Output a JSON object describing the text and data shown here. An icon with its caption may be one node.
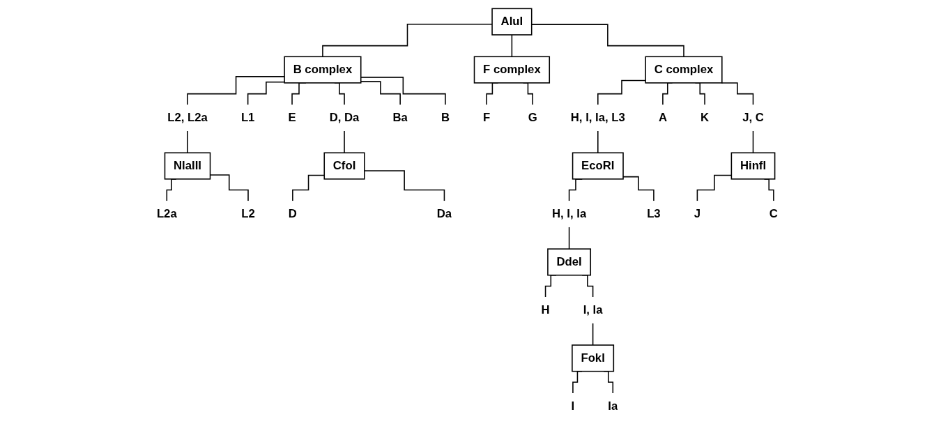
{
  "diagram": {
    "nodes": [
      {
        "text": [
          "AluI"
        ]
      },
      {
        "text": [
          "B complex"
        ]
      },
      {
        "text": [
          "F complex"
        ]
      },
      {
        "text": [
          "C complex"
        ]
      },
      {
        "text": [
          "L2, L2a"
        ]
      },
      {
        "text": [
          "L1"
        ]
      },
      {
        "text": [
          "E"
        ]
      },
      {
        "text": [
          "D, Da"
        ]
      },
      {
        "text": [
          "Ba"
        ]
      },
      {
        "text": [
          "B"
        ]
      },
      {
        "text": [
          "F"
        ]
      },
      {
        "text": [
          "G"
        ]
      },
      {
        "text": [
          "H, I, Ia, L3"
        ]
      },
      {
        "text": [
          "A"
        ]
      },
      {
        "text": [
          "K"
        ]
      },
      {
        "text": [
          "J, C"
        ]
      },
      {
        "text": [
          "NlaIII"
        ]
      },
      {
        "text": [
          "CfoI"
        ]
      },
      {
        "text": [
          "EcoRI"
        ]
      },
      {
        "text": [
          "HinfI"
        ]
      },
      {
        "text": [
          "L2a"
        ]
      },
      {
        "text": [
          "L2"
        ]
      },
      {
        "text": [
          "D"
        ]
      },
      {
        "text": [
          "Da"
        ]
      },
      {
        "text": [
          "H, I, Ia"
        ]
      },
      {
        "text": [
          "L3"
        ]
      },
      {
        "text": [
          "J"
        ]
      },
      {
        "text": [
          "C"
        ]
      },
      {
        "text": [
          "DdeI"
        ]
      },
      {
        "text": [
          "H"
        ]
      },
      {
        "text": [
          "I, Ia"
        ]
      },
      {
        "text": [
          "FokI"
        ]
      },
      {
        "text": [
          "I"
        ]
      },
      {
        "text": [
          "Ia"
        ]
      }
    ],
    "edges": [
      {
        "from": 0,
        "to": 1,
        "arrow": "none"
      },
      {
        "from": 0,
        "to": 2,
        "arrow": "none"
      },
      {
        "from": 0,
        "to": 3,
        "arrow": "none"
      },
      {
        "from": 1,
        "to": 4,
        "arrow": "none"
      },
      {
        "from": 1,
        "to": 5,
        "arrow": "none"
      },
      {
        "from": 1,
        "to": 6,
        "arrow": "none"
      },
      {
        "from": 1,
        "to": 7,
        "arrow": "none"
      },
      {
        "from": 1,
        "to": 8,
        "arrow": "none"
      },
      {
        "from": 1,
        "to": 9,
        "arrow": "none"
      },
      {
        "from": 2,
        "to": 10,
        "arrow": "none"
      },
      {
        "from": 2,
        "to": 11,
        "arrow": "none"
      },
      {
        "from": 3,
        "to": 12,
        "arrow": "none"
      },
      {
        "from": 3,
        "to": 13,
        "arrow": "none"
      },
      {
        "from": 3,
        "to": 14,
        "arrow": "none"
      },
      {
        "from": 3,
        "to": 15,
        "arrow": "none"
      },
      {
        "from": 4,
        "to": 16,
        "arrow": "none"
      },
      {
        "from": 7,
        "to": 17,
        "arrow": "none"
      },
      {
        "from": 12,
        "to": 18,
        "arrow": "none"
      },
      {
        "from": 15,
        "to": 19,
        "arrow": "none"
      },
      {
        "from": 16,
        "to": 20,
        "arrow": "none"
      },
      {
        "from": 16,
        "to": 21,
        "arrow": "none"
      },
      {
        "from": 17,
        "to": 22,
        "arrow": "none"
      },
      {
        "from": 17,
        "to": 23,
        "arrow": "none"
      },
      {
        "from": 18,
        "to": 24,
        "arrow": "none"
      },
      {
        "from": 18,
        "to": 25,
        "arrow": "none"
      },
      {
        "from": 19,
        "to": 26,
        "arrow": "none"
      },
      {
        "from": 19,
        "to": 27,
        "arrow": "none"
      },
      {
        "from": 24,
        "to": 28,
        "arrow": "none"
      },
      {
        "from": 28,
        "to": 29,
        "arrow": "none"
      },
      {
        "from": 28,
        "to": 30,
        "arrow": "none"
      },
      {
        "from": 30,
        "to": 31,
        "arrow": "none"
      },
      {
        "from": 31,
        "to": 32,
        "arrow": "none"
      },
      {
        "from": 31,
        "to": 33,
        "arrow": "none"
      }
    ]
  }
}
